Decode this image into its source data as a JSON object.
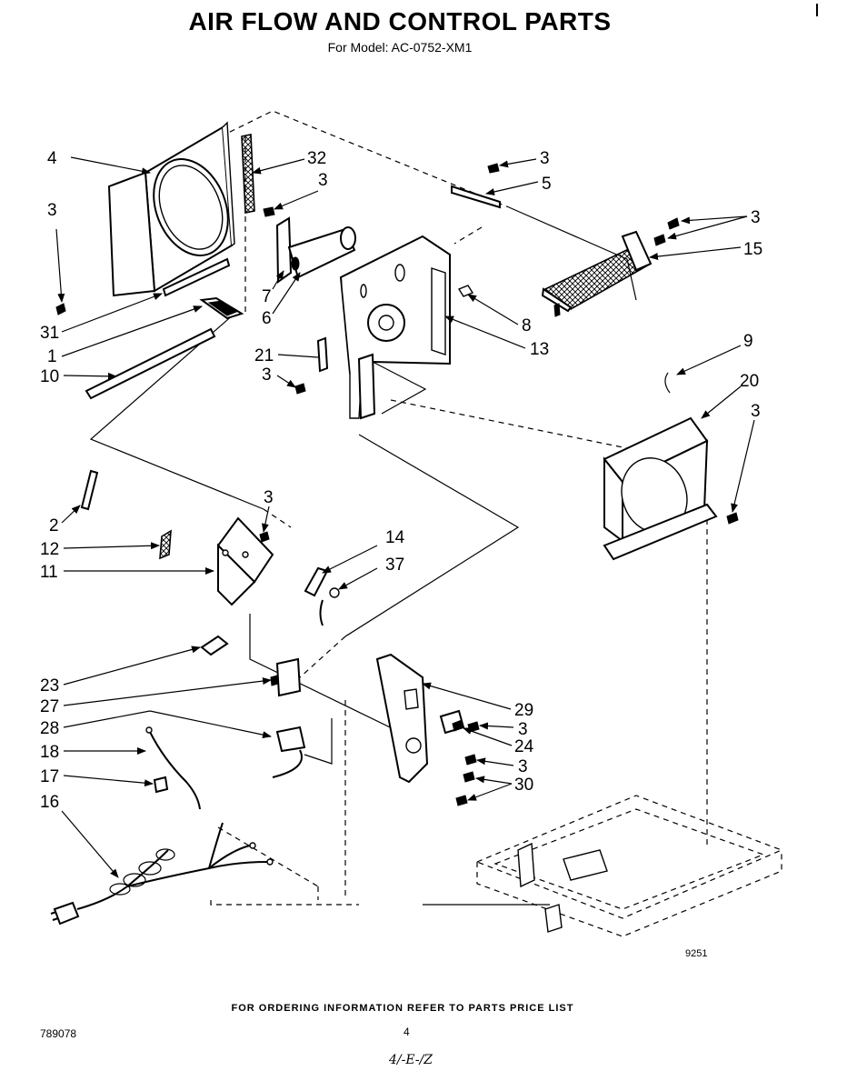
{
  "header": {
    "title": "AIR FLOW AND CONTROL PARTS",
    "subtitle": "For Model: AC-0752-XM1"
  },
  "callouts": [
    {
      "id": "c-4",
      "label": "4"
    },
    {
      "id": "c-32",
      "label": "32"
    },
    {
      "id": "c-3a",
      "label": "3"
    },
    {
      "id": "c-3b",
      "label": "3"
    },
    {
      "id": "c-5",
      "label": "5"
    },
    {
      "id": "c-3c",
      "label": "3"
    },
    {
      "id": "c-3d",
      "label": "3"
    },
    {
      "id": "c-15",
      "label": "15"
    },
    {
      "id": "c-7",
      "label": "7"
    },
    {
      "id": "c-6",
      "label": "6"
    },
    {
      "id": "c-31",
      "label": "31"
    },
    {
      "id": "c-1",
      "label": "1"
    },
    {
      "id": "c-10",
      "label": "10"
    },
    {
      "id": "c-8",
      "label": "8"
    },
    {
      "id": "c-13",
      "label": "13"
    },
    {
      "id": "c-21",
      "label": "21"
    },
    {
      "id": "c-3e",
      "label": "3"
    },
    {
      "id": "c-9",
      "label": "9"
    },
    {
      "id": "c-20",
      "label": "20"
    },
    {
      "id": "c-3f",
      "label": "3"
    },
    {
      "id": "c-3g",
      "label": "3"
    },
    {
      "id": "c-2",
      "label": "2"
    },
    {
      "id": "c-12",
      "label": "12"
    },
    {
      "id": "c-11",
      "label": "11"
    },
    {
      "id": "c-14",
      "label": "14"
    },
    {
      "id": "c-37",
      "label": "37"
    },
    {
      "id": "c-23",
      "label": "23"
    },
    {
      "id": "c-27",
      "label": "27"
    },
    {
      "id": "c-29",
      "label": "29"
    },
    {
      "id": "c-3h",
      "label": "3"
    },
    {
      "id": "c-28",
      "label": "28"
    },
    {
      "id": "c-24",
      "label": "24"
    },
    {
      "id": "c-18",
      "label": "18"
    },
    {
      "id": "c-3i",
      "label": "3"
    },
    {
      "id": "c-17",
      "label": "17"
    },
    {
      "id": "c-30",
      "label": "30"
    },
    {
      "id": "c-16",
      "label": "16"
    }
  ],
  "figure_id": "9251",
  "footer": {
    "ordering_note": "FOR ORDERING INFORMATION REFER TO PARTS PRICE LIST",
    "doc_number": "789078",
    "page_number": "4",
    "handwritten_note": "4/-E-/Z"
  }
}
